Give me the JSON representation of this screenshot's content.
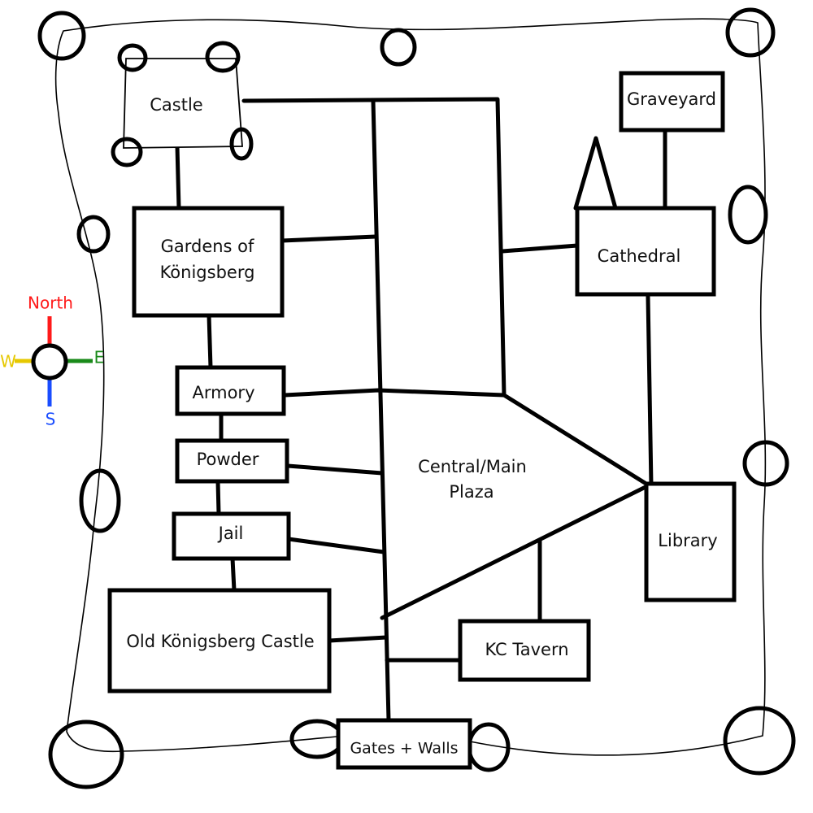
{
  "map": {
    "locations": {
      "castle": "Castle",
      "gardens_line1": "Gardens of",
      "gardens_line2": "Königsberg",
      "armory": "Armory",
      "powder": "Powder",
      "jail": "Jail",
      "old_castle": "Old Königsberg Castle",
      "plaza_line1": "Central/Main",
      "plaza_line2": "Plaza",
      "graveyard": "Graveyard",
      "cathedral": "Cathedral",
      "library": "Library",
      "tavern": "KC Tavern",
      "gates": "Gates + Walls"
    },
    "compass": {
      "north": "North",
      "south": "S",
      "east": "E",
      "west": "W",
      "colors": {
        "north": "#ff1a1a",
        "south": "#1a4dff",
        "east": "#1a8a1a",
        "west": "#e6c800"
      }
    }
  }
}
